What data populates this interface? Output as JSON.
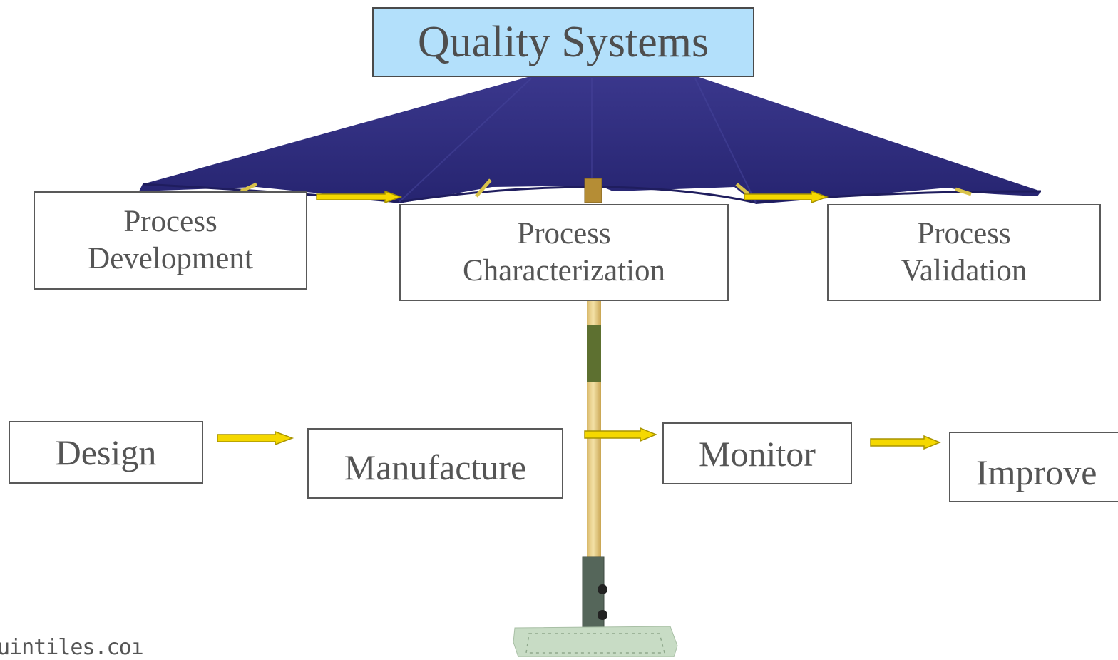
{
  "title": "Quality Systems",
  "top_stages": [
    {
      "line1": "Process",
      "line2": "Development"
    },
    {
      "line1": "Process",
      "line2": "Characterization"
    },
    {
      "line1": "Process",
      "line2": "Validation"
    }
  ],
  "bottom_stages": [
    "Design",
    "Manufacture",
    "Monitor",
    "Improve"
  ],
  "watermark": "uintiles.coı",
  "colors": {
    "title_fill": "#b3e0fb",
    "canopy": "#2e2c7c",
    "arrow": "#f5d800",
    "pole": "#e8cf8c",
    "box_border": "#595959",
    "text": "#555555"
  }
}
